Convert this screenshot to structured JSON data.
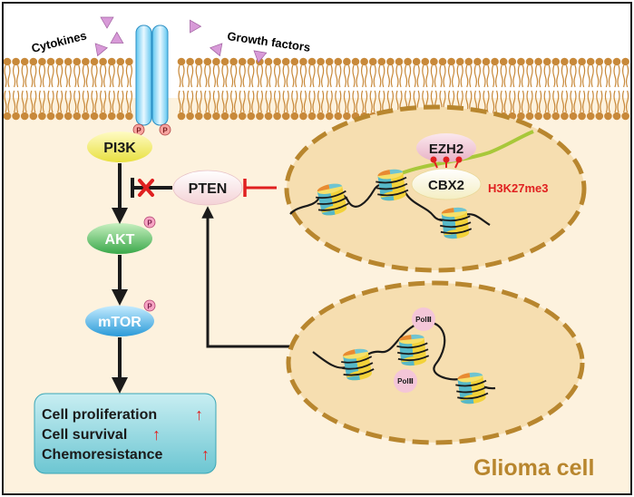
{
  "external": {
    "cytokines_label": "Cytokines",
    "growth_factors_label": "Growth factors"
  },
  "phospho_label": "P",
  "pathway": {
    "pi3k": "PI3K",
    "akt": "AKT",
    "mtor": "mTOR",
    "pten": "PTEN"
  },
  "nucleus_top": {
    "ezh2": "EZH2",
    "cbx2": "CBX2",
    "mark": "H3K27me3"
  },
  "nucleus_bottom": {
    "pol_top": "PolⅡ",
    "pol_bottom": "PolⅡ"
  },
  "outcomes": {
    "items": [
      "Cell proliferation",
      "Cell survival",
      "Chemoresistance"
    ],
    "arrow_glyph": "↑"
  },
  "cell_label": "Glioma cell",
  "colors": {
    "membrane_head": "#c8893a",
    "cytoplasm": "#fdf2de",
    "nucleus_fill": "#f6deb0",
    "nucleus_border": "#b8862e",
    "inhibit": "#e02020",
    "cell_label": "#b8862e",
    "outcome_box": "#7ecfd8",
    "ligand": "#d89ad8"
  },
  "icons": {
    "receptor": "receptor-icon",
    "ligand": "ligand-triangle-icon",
    "nucleosome": "nucleosome-icon",
    "inhibition": "inhibition-bar-icon",
    "block": "red-x-icon"
  }
}
